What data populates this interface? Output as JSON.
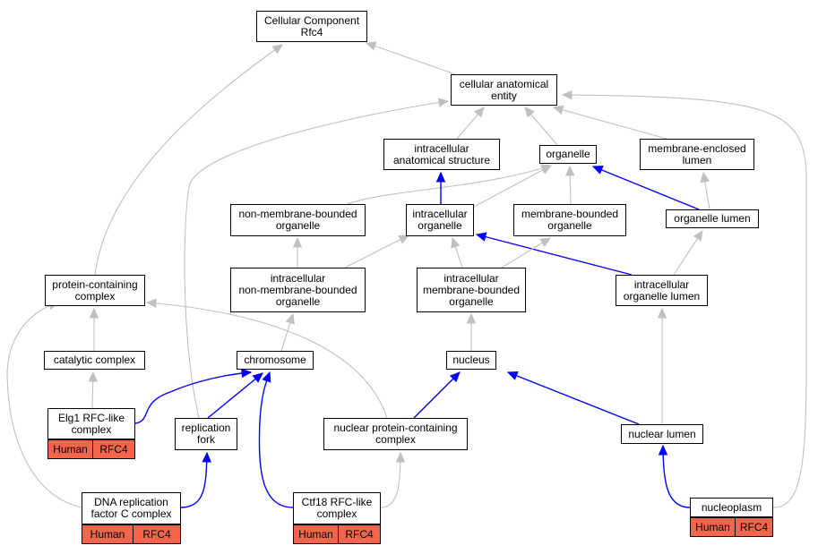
{
  "colors": {
    "is_a_edge": "#c0c0c0",
    "part_of_edge": "#0000ff",
    "annotation_tag": "#f5654b",
    "node_border": "#000000"
  },
  "nodes": {
    "cellular_component_rfc4": "Cellular Component\nRfc4",
    "cellular_anatomical_entity": "cellular anatomical\nentity",
    "intracellular_anatomical_structure": "intracellular\nanatomical structure",
    "organelle": "organelle",
    "membrane_enclosed_lumen": "membrane-enclosed\nlumen",
    "non_membrane_bounded_organelle": "non-membrane-bounded\norganelle",
    "intracellular_organelle": "intracellular\norganelle",
    "membrane_bounded_organelle": "membrane-bounded\norganelle",
    "organelle_lumen": "organelle lumen",
    "protein_containing_complex": "protein-containing\ncomplex",
    "intracellular_non_membrane_bounded_organelle": "intracellular\nnon-membrane-bounded\norganelle",
    "intracellular_membrane_bounded_organelle": "intracellular\nmembrane-bounded\norganelle",
    "intracellular_organelle_lumen": "intracellular\norganelle lumen",
    "catalytic_complex": "catalytic complex",
    "chromosome": "chromosome",
    "nucleus": "nucleus",
    "elg1_rfc_like_complex": "Elg1 RFC-like\ncomplex",
    "replication_fork": "replication\nfork",
    "nuclear_protein_containing_complex": "nuclear protein-containing\ncomplex",
    "nuclear_lumen": "nuclear lumen",
    "dna_replication_factor_c_complex": "DNA replication\nfactor C complex",
    "ctf18_rfc_like_complex": "Ctf18 RFC-like\ncomplex",
    "nucleoplasm": "nucleoplasm"
  },
  "annotations": {
    "elg1_rfc_like_complex": {
      "species": "Human",
      "gene": "RFC4"
    },
    "dna_replication_factor_c_complex": {
      "species": "Human",
      "gene": "RFC4"
    },
    "ctf18_rfc_like_complex": {
      "species": "Human",
      "gene": "RFC4"
    },
    "nucleoplasm": {
      "species": "Human",
      "gene": "RFC4"
    }
  },
  "edges": [
    {
      "from": "cellular_anatomical_entity",
      "to": "cellular_component_rfc4",
      "type": "is_a"
    },
    {
      "from": "protein_containing_complex",
      "to": "cellular_component_rfc4",
      "type": "is_a"
    },
    {
      "from": "intracellular_anatomical_structure",
      "to": "cellular_anatomical_entity",
      "type": "is_a"
    },
    {
      "from": "organelle",
      "to": "cellular_anatomical_entity",
      "type": "is_a"
    },
    {
      "from": "membrane_enclosed_lumen",
      "to": "cellular_anatomical_entity",
      "type": "is_a"
    },
    {
      "from": "replication_fork",
      "to": "cellular_anatomical_entity",
      "type": "is_a"
    },
    {
      "from": "nucleoplasm",
      "to": "cellular_anatomical_entity",
      "type": "is_a"
    },
    {
      "from": "non_membrane_bounded_organelle",
      "to": "organelle",
      "type": "is_a"
    },
    {
      "from": "intracellular_organelle",
      "to": "organelle",
      "type": "is_a"
    },
    {
      "from": "membrane_bounded_organelle",
      "to": "organelle",
      "type": "is_a"
    },
    {
      "from": "organelle_lumen",
      "to": "organelle",
      "type": "part_of"
    },
    {
      "from": "intracellular_organelle",
      "to": "intracellular_anatomical_structure",
      "type": "part_of"
    },
    {
      "from": "organelle_lumen",
      "to": "membrane_enclosed_lumen",
      "type": "is_a"
    },
    {
      "from": "intracellular_non_membrane_bounded_organelle",
      "to": "non_membrane_bounded_organelle",
      "type": "is_a"
    },
    {
      "from": "intracellular_non_membrane_bounded_organelle",
      "to": "intracellular_organelle",
      "type": "is_a"
    },
    {
      "from": "intracellular_membrane_bounded_organelle",
      "to": "intracellular_organelle",
      "type": "is_a"
    },
    {
      "from": "intracellular_organelle_lumen",
      "to": "intracellular_organelle",
      "type": "part_of"
    },
    {
      "from": "intracellular_membrane_bounded_organelle",
      "to": "membrane_bounded_organelle",
      "type": "is_a"
    },
    {
      "from": "intracellular_organelle_lumen",
      "to": "organelle_lumen",
      "type": "is_a"
    },
    {
      "from": "catalytic_complex",
      "to": "protein_containing_complex",
      "type": "is_a"
    },
    {
      "from": "nuclear_protein_containing_complex",
      "to": "protein_containing_complex",
      "type": "is_a"
    },
    {
      "from": "dna_replication_factor_c_complex",
      "to": "protein_containing_complex",
      "type": "is_a"
    },
    {
      "from": "chromosome",
      "to": "intracellular_non_membrane_bounded_organelle",
      "type": "is_a"
    },
    {
      "from": "nucleus",
      "to": "intracellular_membrane_bounded_organelle",
      "type": "is_a"
    },
    {
      "from": "nuclear_lumen",
      "to": "intracellular_organelle_lumen",
      "type": "is_a"
    },
    {
      "from": "elg1_rfc_like_complex",
      "to": "catalytic_complex",
      "type": "is_a"
    },
    {
      "from": "elg1_rfc_like_complex",
      "to": "chromosome",
      "type": "part_of"
    },
    {
      "from": "replication_fork",
      "to": "chromosome",
      "type": "part_of"
    },
    {
      "from": "ctf18_rfc_like_complex",
      "to": "chromosome",
      "type": "part_of"
    },
    {
      "from": "nuclear_protein_containing_complex",
      "to": "nucleus",
      "type": "part_of"
    },
    {
      "from": "nuclear_lumen",
      "to": "nucleus",
      "type": "part_of"
    },
    {
      "from": "dna_replication_factor_c_complex",
      "to": "replication_fork",
      "type": "part_of"
    },
    {
      "from": "ctf18_rfc_like_complex",
      "to": "nuclear_protein_containing_complex",
      "type": "is_a"
    },
    {
      "from": "nucleoplasm",
      "to": "nuclear_lumen",
      "type": "part_of"
    }
  ]
}
